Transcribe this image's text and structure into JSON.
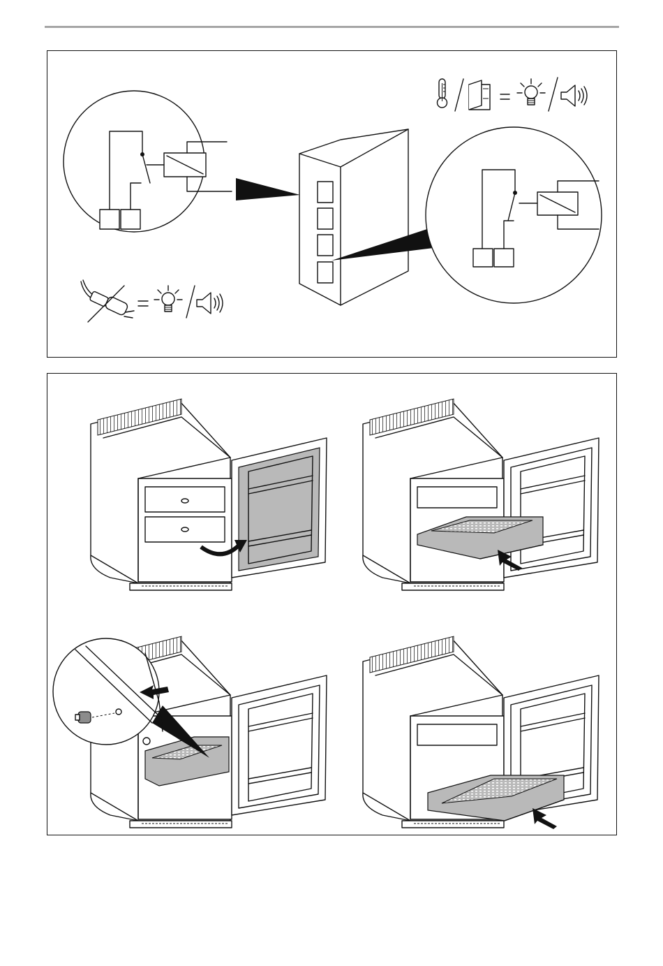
{
  "page": {
    "accent_rule_color": "#a6a6a6",
    "ink_color": "#111111",
    "shade_color": "#b9b9b9"
  },
  "figure_top": {
    "icons": [
      "thermometer-icon",
      "slash-icon",
      "open-door-icon",
      "equals-icon",
      "light-bulb-icon",
      "slash-icon",
      "speaker-icon",
      "unplugged-mains-plug-icon"
    ],
    "description_none": ""
  },
  "figure_bottom": {
    "steps": [
      "open-door",
      "pull-out-tray",
      "unscrew-stop",
      "remove-tray"
    ]
  }
}
